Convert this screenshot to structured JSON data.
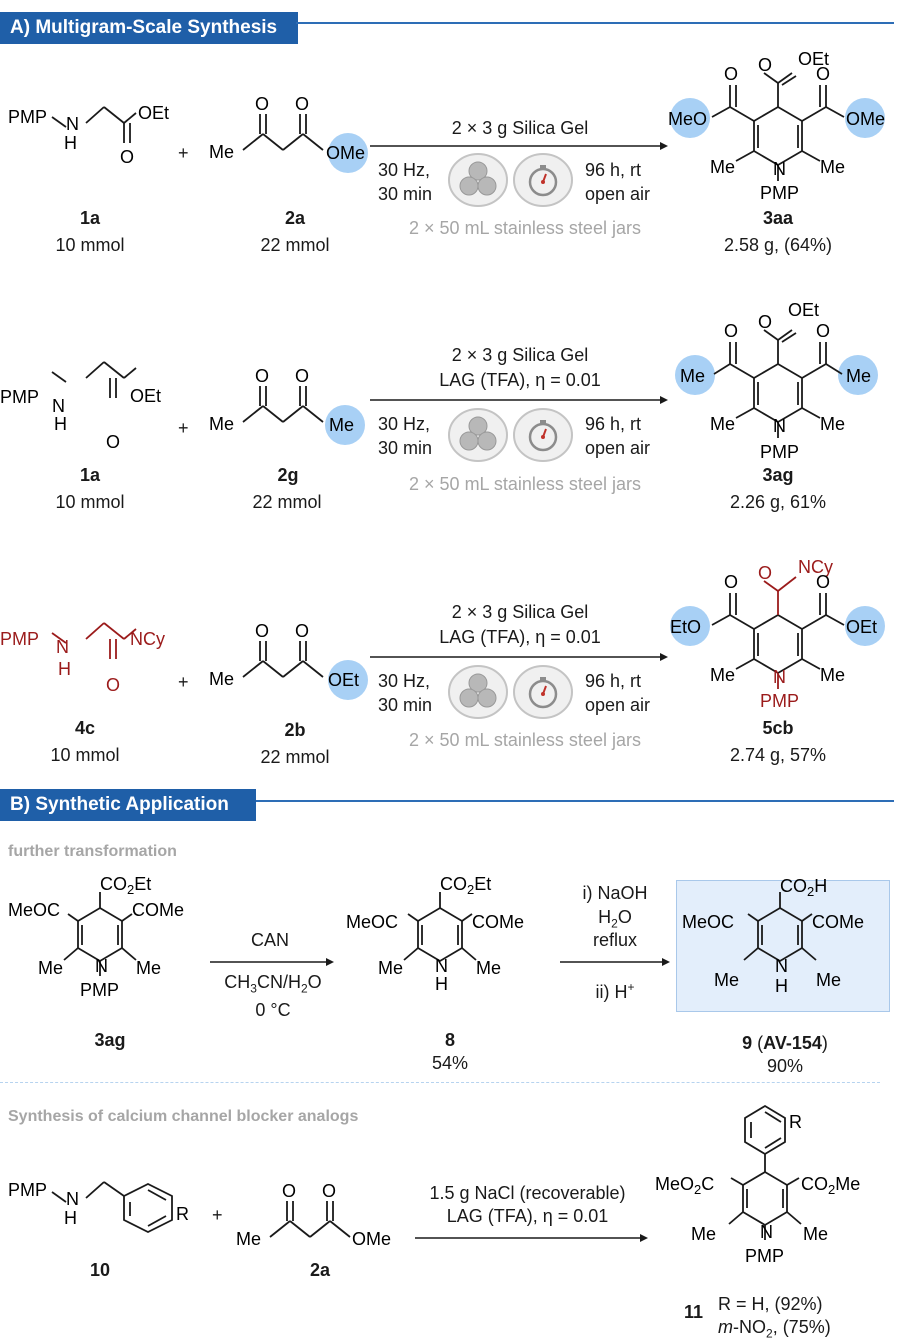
{
  "sectionA": {
    "title": "A) Multigram-Scale Synthesis",
    "rows": [
      {
        "reactant1": {
          "id": "1a",
          "amount": "10 mmol"
        },
        "reactant2": {
          "id": "2a",
          "amount": "22 mmol",
          "ester_group": "OMe"
        },
        "conditions": {
          "top": [
            "2 × 3 g Silica Gel"
          ],
          "left": [
            "30 Hz,",
            "30 min"
          ],
          "right": [
            "96 h, rt",
            "open air"
          ],
          "bottom": "2 × 50 mL stainless steel jars"
        },
        "product": {
          "id": "3aa",
          "yield": "2.58 g, (64%)",
          "left_group": "MeO",
          "right_group": "OMe"
        }
      },
      {
        "reactant1": {
          "id": "1a",
          "amount": "10 mmol"
        },
        "reactant2": {
          "id": "2g",
          "amount": "22 mmol",
          "ester_group": "Me"
        },
        "conditions": {
          "top": [
            "2 × 3 g Silica Gel",
            "LAG (TFA), η = 0.01"
          ],
          "left": [
            "30 Hz,",
            "30 min"
          ],
          "right": [
            "96 h, rt",
            "open air"
          ],
          "bottom": "2 × 50 mL stainless steel jars"
        },
        "product": {
          "id": "3ag",
          "yield": "2.26 g, 61%",
          "left_group": "Me",
          "right_group": "Me"
        }
      },
      {
        "reactant1": {
          "id": "4c",
          "amount": "10 mmol"
        },
        "reactant2": {
          "id": "2b",
          "amount": "22 mmol",
          "ester_group": "OEt"
        },
        "conditions": {
          "top": [
            "2 × 3 g Silica Gel",
            "LAG (TFA), η = 0.01"
          ],
          "left": [
            "30 Hz,",
            "30 min"
          ],
          "right": [
            "96 h, rt",
            "open air"
          ],
          "bottom": "2 × 50 mL stainless steel jars"
        },
        "product": {
          "id": "5cb",
          "yield": "2.74 g, 57%",
          "left_group": "EtO",
          "right_group": "OEt"
        }
      }
    ]
  },
  "sectionB": {
    "title": "B) Synthetic Application",
    "subhead1": "further transformation",
    "subhead2": "Synthesis of calcium channel blocker analogs",
    "step1": {
      "reagent": "CAN",
      "solvent": "CH3CN/H2O",
      "temp": "0 °C"
    },
    "step2": {
      "line1": "i) NaOH",
      "line2": "H2O",
      "line3": "reflux",
      "line4": "ii) H+"
    },
    "cpd_3ag": "3ag",
    "cpd_8": {
      "id": "8",
      "yield": "54%"
    },
    "cpd_9": {
      "id": "9",
      "name": "AV-154",
      "yield": "90%"
    },
    "step3": {
      "line1": "1.5 g NaCl (recoverable)",
      "line2": "LAG (TFA), η = 0.01"
    },
    "cpd_10": "10",
    "cpd_2a": "2a",
    "cpd_11": {
      "id": "11",
      "r1": "R = H, (92%)",
      "r2": "m-NO2, (75%)"
    }
  },
  "colors": {
    "header": "#1f5fa8",
    "highlight_circle": "#a8d0f5",
    "red_group": "#9b1b1b",
    "grey_text": "#a6a6a6",
    "box_fill": "#e3eefb"
  }
}
